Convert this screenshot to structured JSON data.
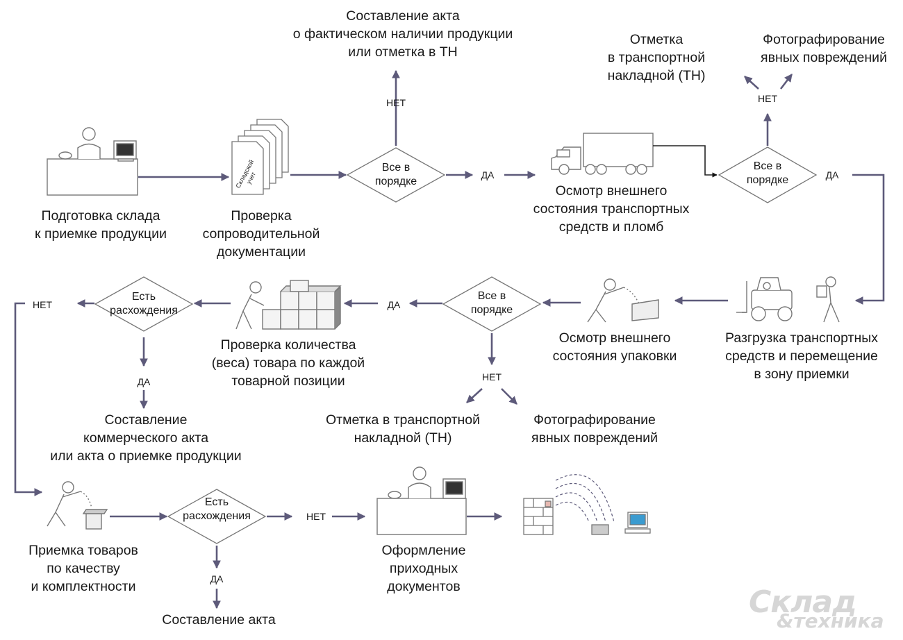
{
  "labels": {
    "prepare_warehouse": "Подготовка склада\nк приемке продукции",
    "check_docs": "Проверка\nсопроводительной\nдокументации",
    "act_actual": "Составление акта\nо фактическом наличии продукции\nили отметка в ТН",
    "inspect_vehicles": "Осмотр внешнего\nсостояния транспортных\nсредств и пломб",
    "mark_tn_top": "Отметка\nв транспортной\nнакладной (ТН)",
    "photo_top": "Фотографирование\nявных повреждений",
    "unload": "Разгрузка транспортных\nсредств и перемещение\nв зону приемки",
    "inspect_package": "Осмотр внешнего\nсостояния упаковки",
    "check_quantity": "Проверка количества\n(веса) товара по каждой\nтоварной позиции",
    "commercial_act": "Составление\nкоммерческого акта\nили акта о приемке продукции",
    "mark_tn_mid": "Отметка в транспортной\nнакладной (ТН)",
    "photo_mid": "Фотографирование\nявных повреждений",
    "quality_accept": "Приемка товаров\nпо качеству\nи комплектности",
    "receipt_docs": "Оформление\nприходных\nдокументов",
    "act_bottom": "Составление акта"
  },
  "decisions": {
    "d1": "Все в\nпорядке",
    "d2": "Все в\nпорядке",
    "d3": "Все в\nпорядке",
    "d4": "Есть\nрасхождения",
    "d5": "Есть\nрасхождения"
  },
  "tags": {
    "yes": "ДА",
    "no": "НЕТ"
  },
  "icons": {
    "stack_text_1": "Складской",
    "stack_text_2": "учет"
  },
  "logo": {
    "line1": "Склад",
    "line2": "&техника"
  },
  "colors": {
    "arrow": "#5d5a7a",
    "outline": "#777777"
  }
}
